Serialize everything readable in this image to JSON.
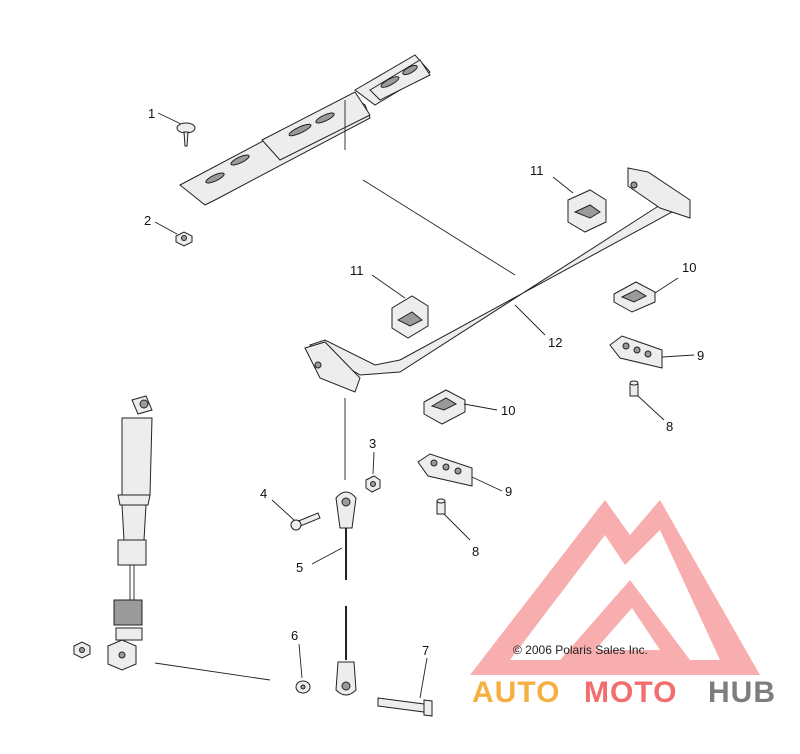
{
  "callouts": {
    "c1": "1",
    "c2": "2",
    "c3": "3",
    "c4": "4",
    "c5": "5",
    "c6": "6",
    "c7": "7",
    "c8a": "8",
    "c8b": "8",
    "c9a": "9",
    "c9b": "9",
    "c10a": "10",
    "c10b": "10",
    "c11a": "11",
    "c11b": "11",
    "c12": "12"
  },
  "copyright": "© 2006 Polaris Sales Inc.",
  "watermark": {
    "part1": "AUTO",
    "part2": "MOTO",
    "part3": "HUB",
    "color_orange": "#f5b041",
    "color_red": "#f26d6d",
    "color_gray": "#7d7d7d"
  }
}
